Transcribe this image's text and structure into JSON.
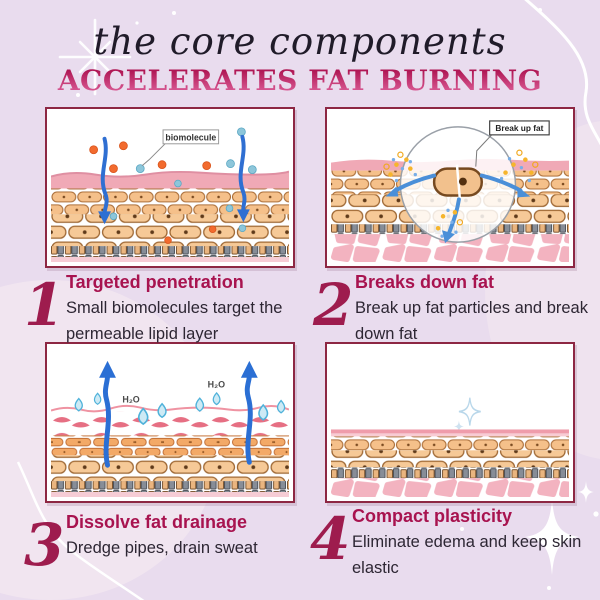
{
  "header": {
    "title": "the core components",
    "subtitle": "ACCELERATES FAT BURNING"
  },
  "panels": [
    {
      "number": "1",
      "heading": "Targeted penetration",
      "body": "Small biomolecules target the permeable lipid layer",
      "illustration_label": "biomolecule"
    },
    {
      "number": "2",
      "heading": "Breaks down fat",
      "body": "Break up fat particles and break down fat",
      "illustration_label": "Break up fat"
    },
    {
      "number": "3",
      "heading": "Dissolve fat drainage",
      "body": "Dredge pipes, drain sweat",
      "h2o_label": "H₂O"
    },
    {
      "number": "4",
      "heading": "Compact plasticity",
      "body": "Eliminate edema and keep skin elastic"
    }
  ],
  "colors": {
    "background": "#e9dcee",
    "card_border": "#8d2743",
    "accent_heading": "#a8134f",
    "number": "#9e1c4e",
    "subtitle_gradient_start": "#a90d4b",
    "subtitle_gradient_end": "#e0659f",
    "arrow_blue": "#2f6fd2",
    "skin_pink": "#f0a9b6",
    "cell_tan": "#f6c997"
  }
}
